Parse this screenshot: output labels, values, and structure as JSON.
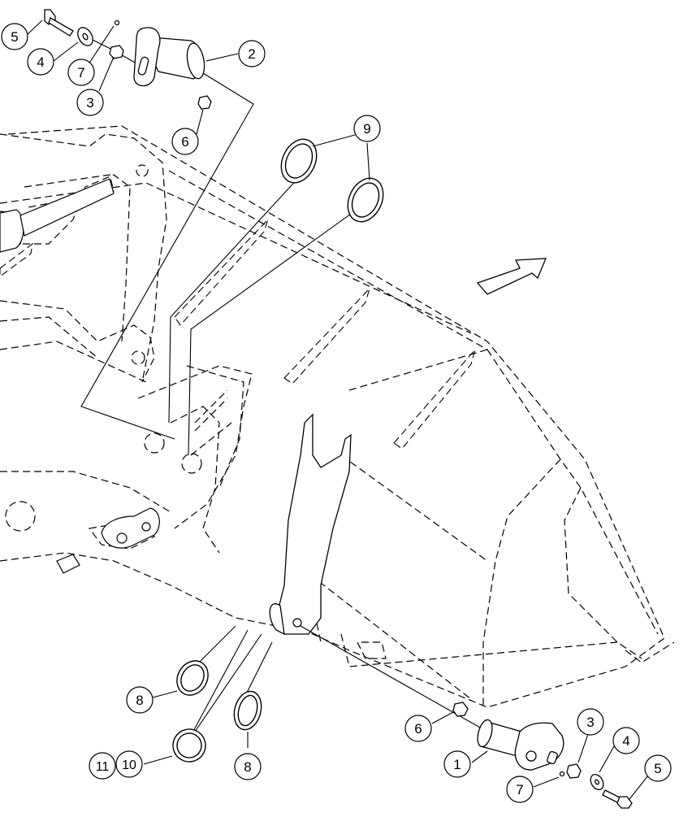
{
  "callouts": [
    {
      "id": "c5a",
      "label": "5"
    },
    {
      "id": "c4a",
      "label": "4"
    },
    {
      "id": "c7a",
      "label": "7"
    },
    {
      "id": "c3a",
      "label": "3"
    },
    {
      "id": "c2",
      "label": "2"
    },
    {
      "id": "c6a",
      "label": "6"
    },
    {
      "id": "c9",
      "label": "9"
    },
    {
      "id": "c8a",
      "label": "8"
    },
    {
      "id": "c11",
      "label": "11"
    },
    {
      "id": "c10",
      "label": "10"
    },
    {
      "id": "c8b",
      "label": "8"
    },
    {
      "id": "c6b",
      "label": "6"
    },
    {
      "id": "c1",
      "label": "1"
    },
    {
      "id": "c3b",
      "label": "3"
    },
    {
      "id": "c4b",
      "label": "4"
    },
    {
      "id": "c7b",
      "label": "7"
    },
    {
      "id": "c5b",
      "label": "5"
    }
  ],
  "colors": {
    "ink": "#000000",
    "paper": "#ffffff"
  },
  "icons": {
    "direction": "arrow-icon"
  }
}
